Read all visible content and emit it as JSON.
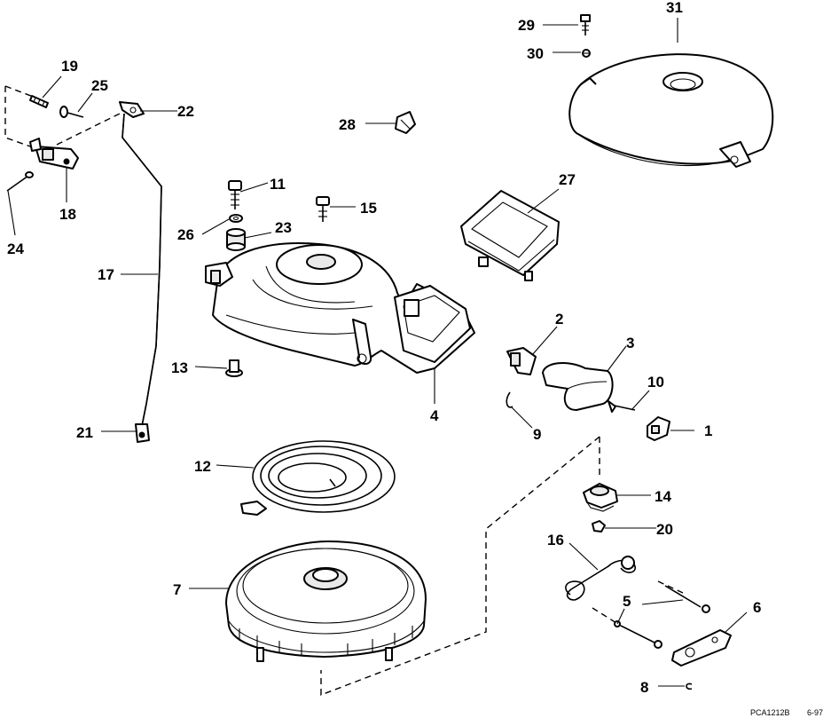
{
  "callouts": {
    "c1": "1",
    "c2": "2",
    "c3": "3",
    "c4": "4",
    "c5": "5",
    "c6": "6",
    "c7": "7",
    "c8": "8",
    "c9": "9",
    "c10": "10",
    "c11": "11",
    "c12": "12",
    "c13": "13",
    "c14": "14",
    "c15": "15",
    "c16": "16",
    "c17": "17",
    "c18": "18",
    "c19": "19",
    "c20": "20",
    "c21": "21",
    "c22": "22",
    "c23": "23",
    "c24": "24",
    "c25": "25",
    "c26": "26",
    "c27": "27",
    "c28": "28",
    "c29": "29",
    "c30": "30",
    "c31": "31"
  },
  "reference": {
    "code": "PCA1212B",
    "date": "6-97"
  }
}
